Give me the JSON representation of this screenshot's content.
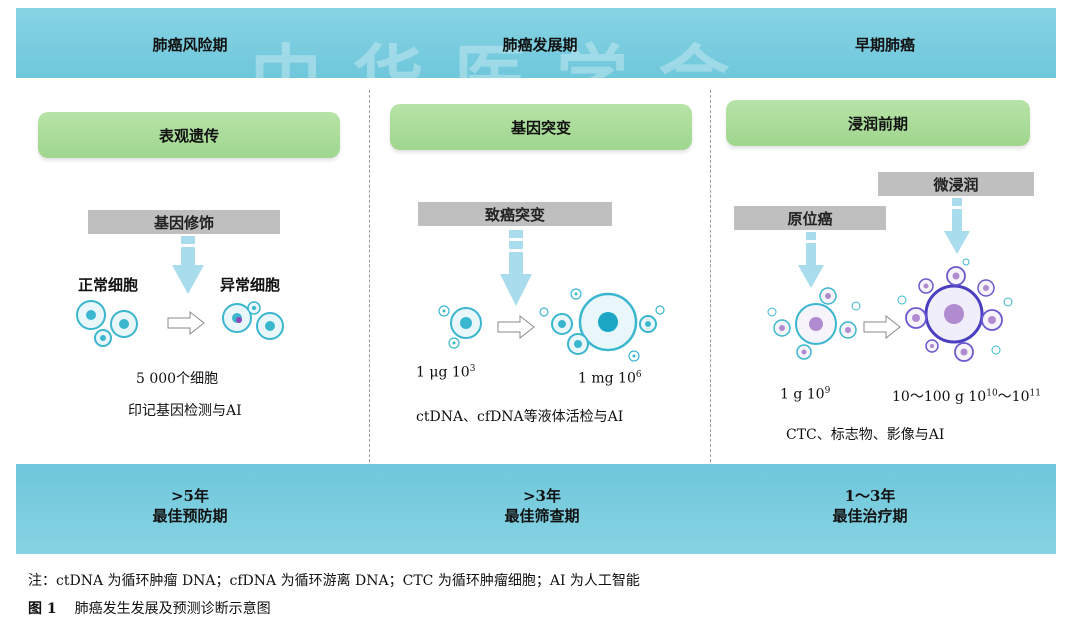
{
  "header": {
    "col1": "肺癌风险期",
    "col2": "肺癌发展期",
    "col3": "早期肺癌"
  },
  "watermark": "中华医学会",
  "col1": {
    "green": "表观遗传",
    "grey": "基因修饰",
    "left_label": "正常细胞",
    "right_label": "异常细胞",
    "count": "5 000个细胞",
    "method": "印记基因检测与AI"
  },
  "col2": {
    "green": "基因突变",
    "grey": "致癌突变",
    "left_value": "1 μg 10",
    "left_exp": "3",
    "right_value": "1 mg 10",
    "right_exp": "6",
    "method": "ctDNA、cfDNA等液体活检与AI"
  },
  "col3": {
    "green": "浸润前期",
    "grey_left": "原位癌",
    "grey_right": "微浸润",
    "left_value": "1 g 10",
    "left_exp": "9",
    "right_value": "10～100 g 10",
    "right_exp1": "10",
    "right_mid": "～10",
    "right_exp2": "11",
    "method": "CTC、标志物、影像与AI"
  },
  "bottom": {
    "col1_line1": ">5年",
    "col1_line2": "最佳预防期",
    "col2_line1": ">3年",
    "col2_line2": "最佳筛查期",
    "col3_line1": "1～3年",
    "col3_line2": "最佳治疗期"
  },
  "caption": {
    "note": "注：ctDNA 为循环肿瘤 DNA；cfDNA 为循环游离 DNA；CTC 为循环肿瘤细胞；AI 为人工智能",
    "figure_label": "图 1",
    "figure_title": "肺癌发生发展及预测诊断示意图"
  },
  "colors": {
    "band": "#7dcfe0",
    "green": "#a9dc98",
    "grey": "#bfbfbf",
    "arrow": "#a9dcec",
    "cell_teal": "#3bb6cf",
    "cell_purple": "#4a3fc0"
  }
}
